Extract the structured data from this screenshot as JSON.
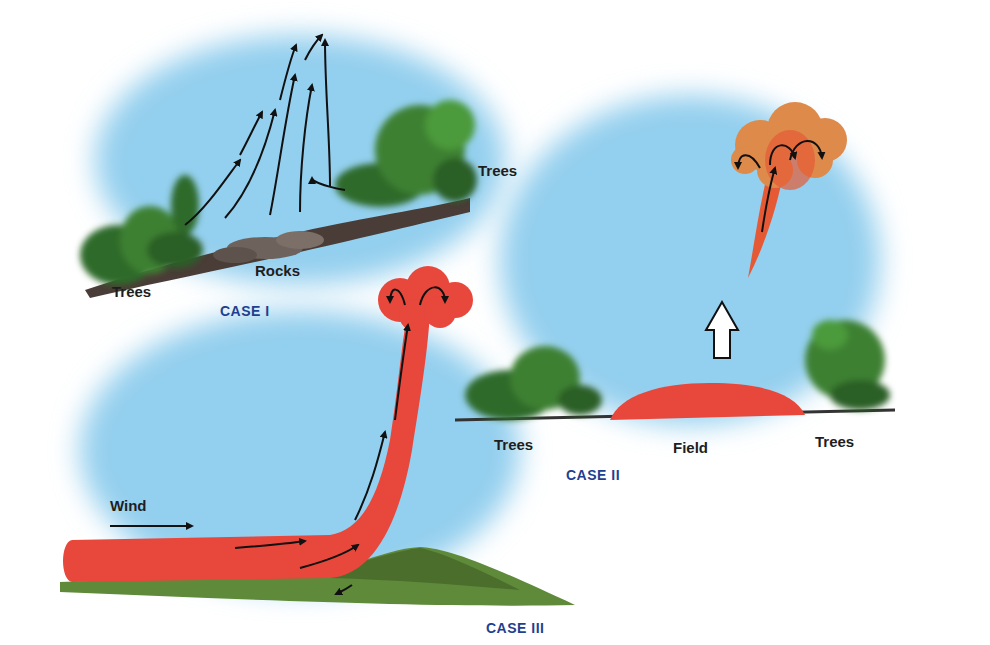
{
  "diagram": {
    "labels": [
      "Trees",
      "Rocks",
      "Trees",
      "CASE I",
      "Wind",
      "Trees",
      "Field",
      "Trees",
      "CASE II",
      "CASE III"
    ]
  }
}
